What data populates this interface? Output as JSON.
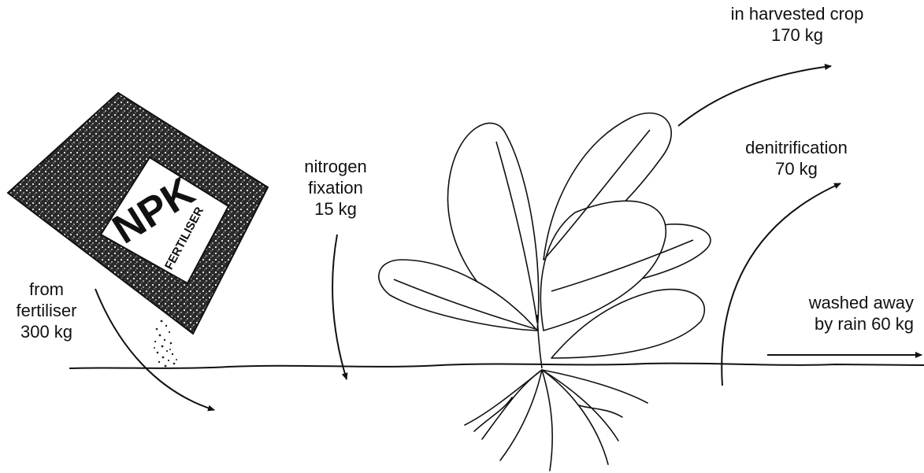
{
  "bag": {
    "brand": "NPK",
    "product": "FERTILISER"
  },
  "labels": {
    "fertiliser": {
      "line1": "from",
      "line2": "fertiliser",
      "line3": "300 kg"
    },
    "fixation": {
      "line1": "nitrogen",
      "line2": "fixation",
      "line3": "15 kg"
    },
    "harvest": {
      "line1": "in harvested crop",
      "line2": "170 kg"
    },
    "denitrification": {
      "line1": "denitrification",
      "line2": "70 kg"
    },
    "rain": {
      "line1": "washed away",
      "line2": "by rain 60 kg"
    }
  }
}
